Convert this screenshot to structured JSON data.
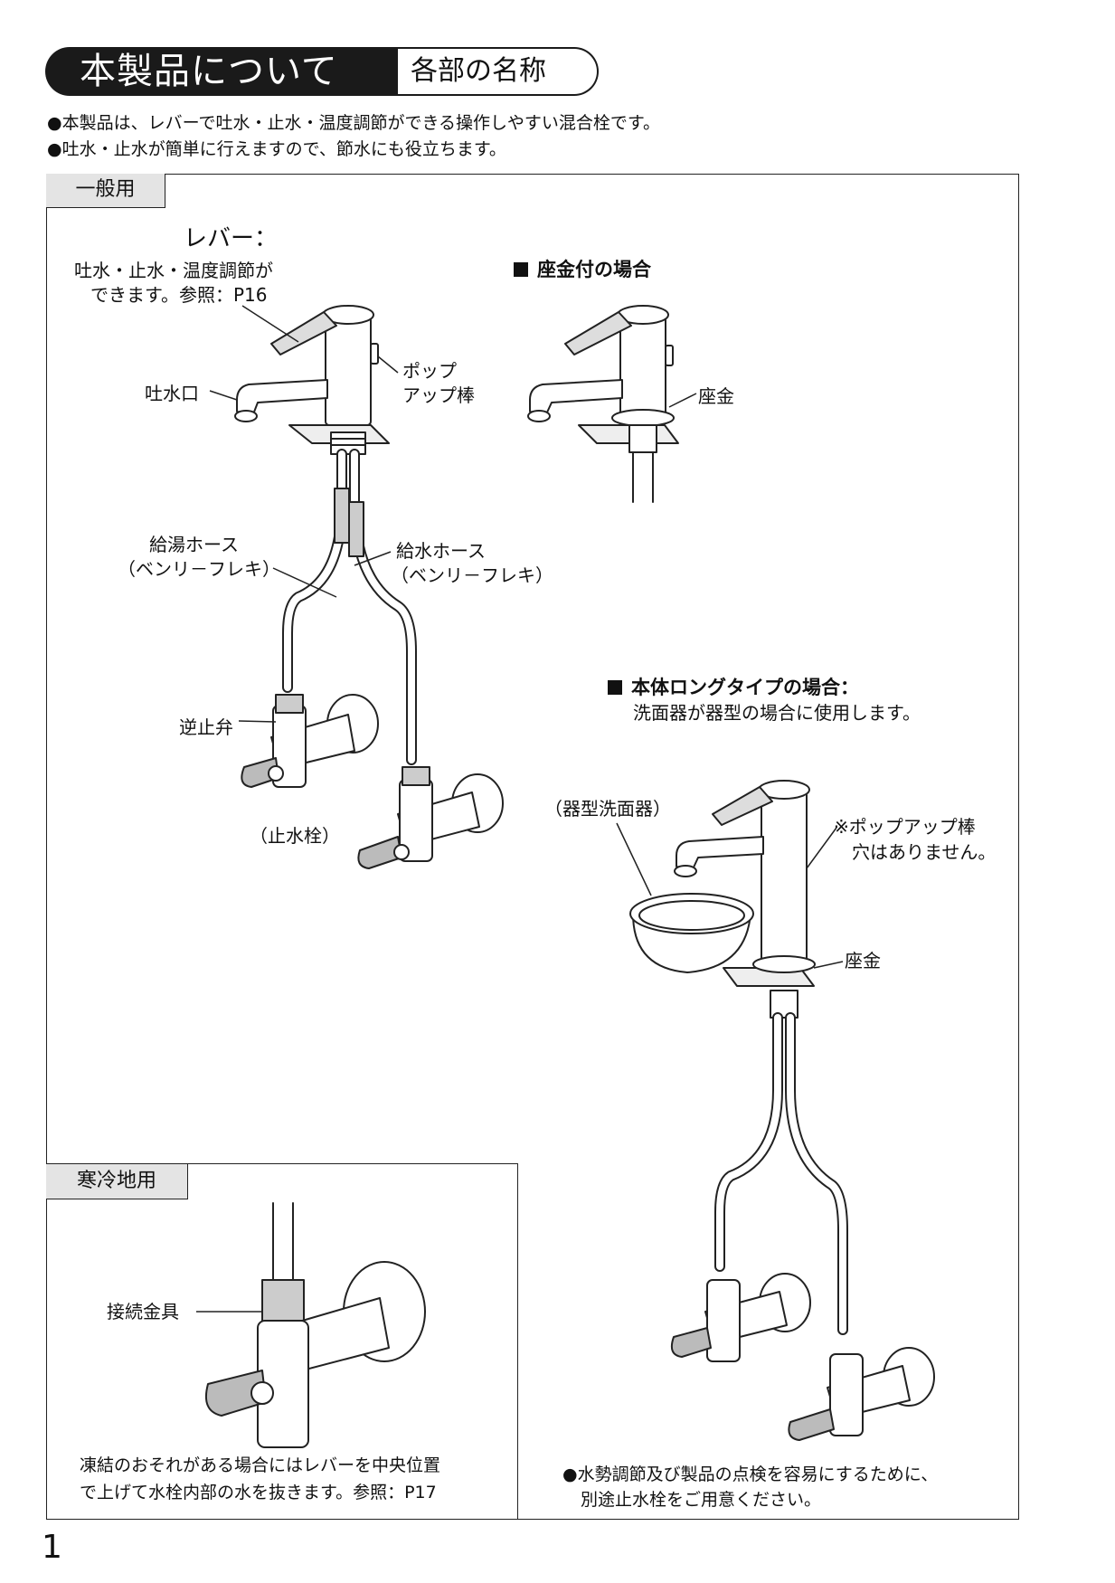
{
  "header": {
    "title": "本製品について",
    "subtitle": "各部の名称"
  },
  "intro": [
    "●本製品は、レバーで吐水・止水・温度調節ができる操作しやすい混合栓です。",
    "●吐水・止水が簡単に行えますので、節水にも役立ちます。"
  ],
  "general": {
    "tag": "一般用",
    "lever_title": "レバー：",
    "lever_desc_1": "吐水・止水・温度調節が",
    "lever_desc_2": "できます。参照：P16",
    "popup_1": "ポップ",
    "popup_2": "アップ棒",
    "spout": "吐水口",
    "hot_hose_1": "給湯ホース",
    "hot_hose_2": "（ベンリ－フレキ）",
    "cold_hose_1": "給水ホース",
    "cold_hose_2": "（ベンリ－フレキ）",
    "check_valve": "逆止弁",
    "stop_valve": "（止水栓）"
  },
  "washer_case": {
    "heading": "座金付の場合",
    "washer": "座金"
  },
  "long_type": {
    "heading": "本体ロングタイプの場合：",
    "desc": "洗面器が器型の場合に使用します。",
    "bowl": "（器型洗面器）",
    "note_1": "※ポップアップ棒",
    "note_2": "穴はありません。",
    "washer": "座金"
  },
  "cold_region": {
    "tag": "寒冷地用",
    "fitting": "接続金具",
    "note_1": "凍結のおそれがある場合にはレバーを中央位置",
    "note_2": "で上げて水栓内部の水を抜きます。参照：P17"
  },
  "bottom_note_1": "●水勢調節及び製品の点検を容易にするために、",
  "bottom_note_2": "別途止水栓をご用意ください。",
  "page_number": "1"
}
